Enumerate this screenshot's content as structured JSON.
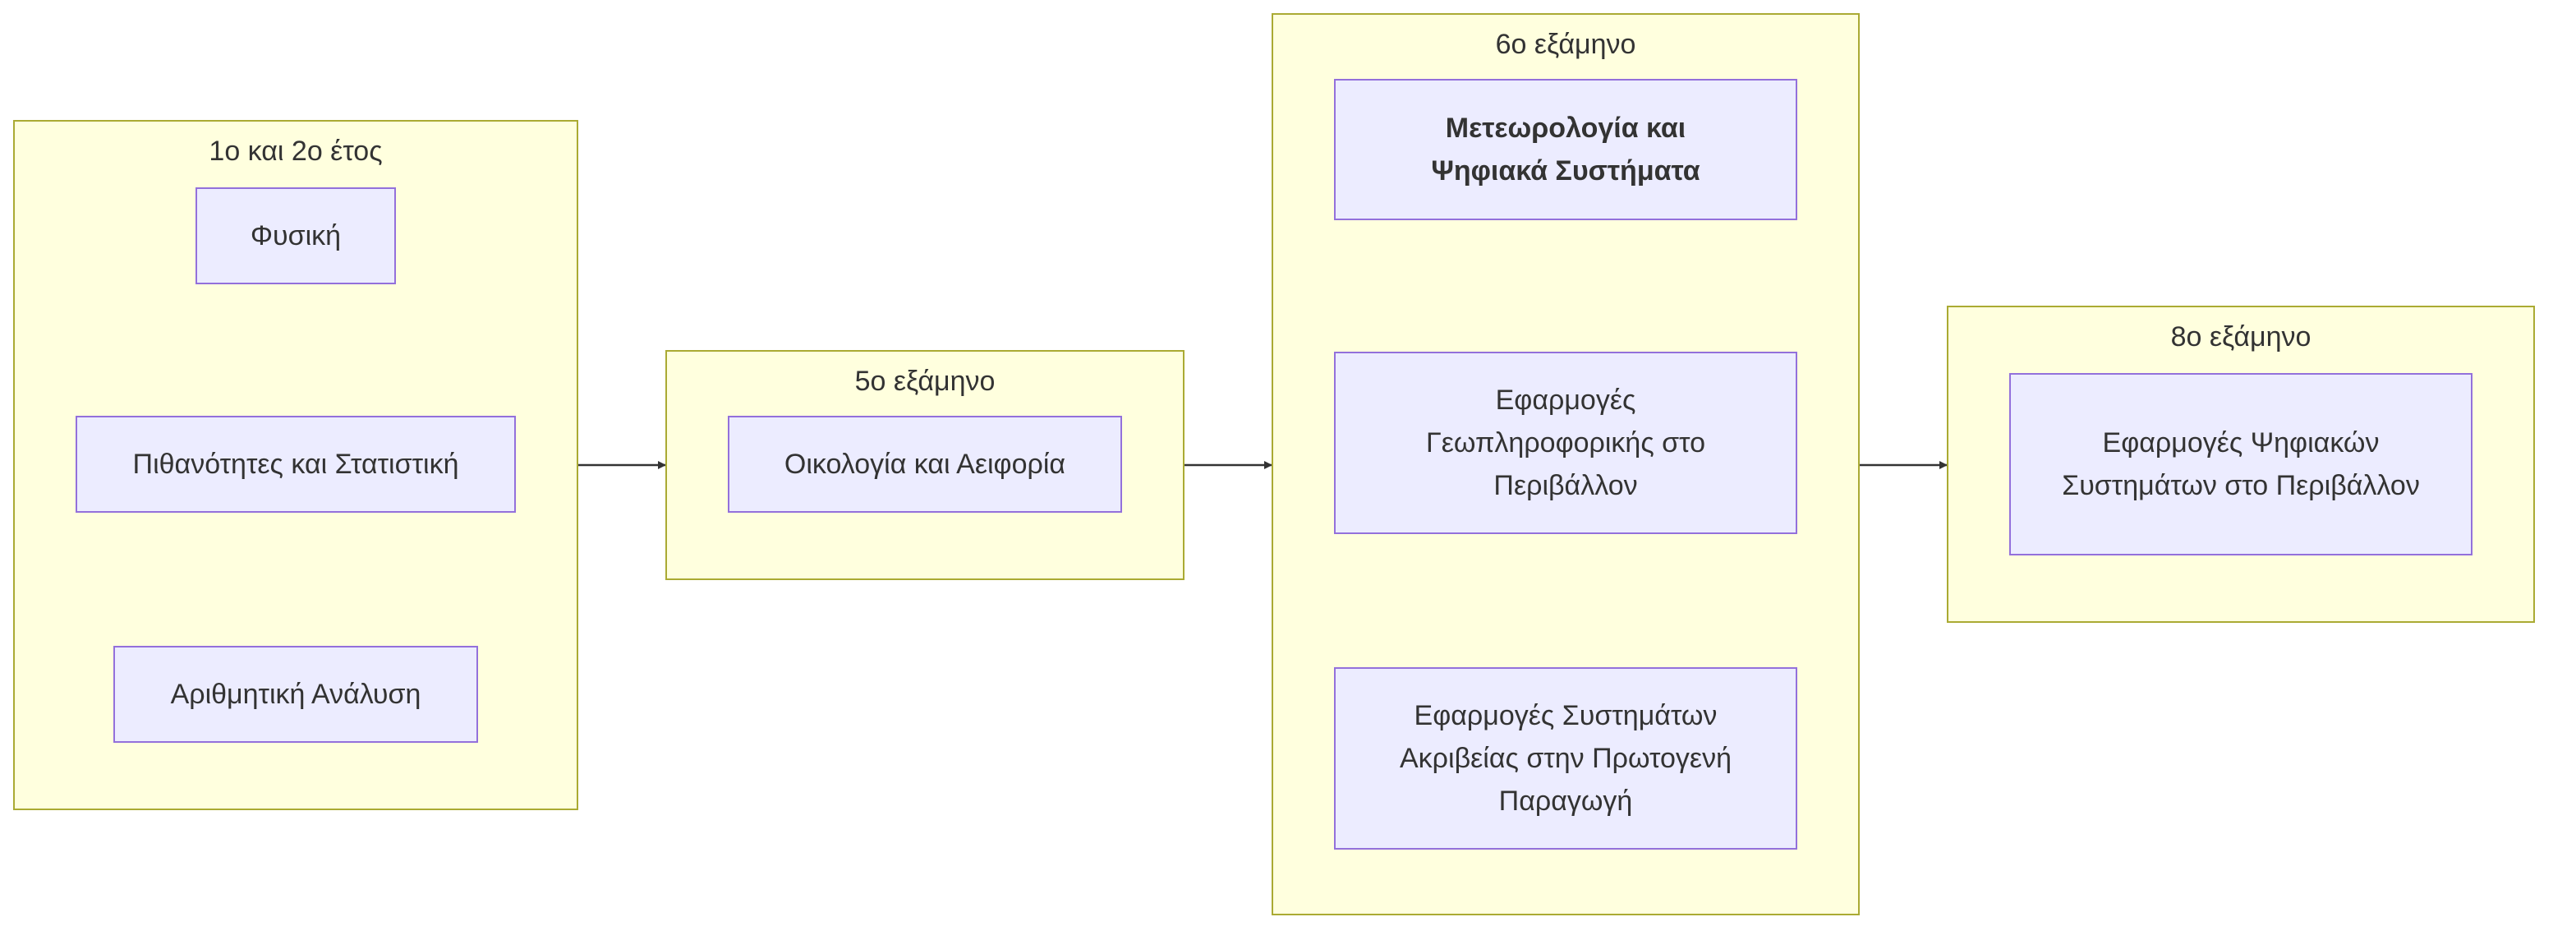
{
  "clusters": {
    "years12": {
      "title": "1ο και 2ο έτος"
    },
    "sem5": {
      "title": "5ο εξάμηνο"
    },
    "sem6": {
      "title": "6ο εξάμηνο"
    },
    "sem8": {
      "title": "8ο εξάμηνο"
    }
  },
  "nodes": {
    "physics": "Φυσική",
    "probability": "Πιθανότητες και Στατιστική",
    "numerical": "Αριθμητική Ανάλυση",
    "ecology": "Οικολογία και Αειφορία",
    "meteorology": "Μετεωρολογία και Ψηφιακά Συστήματα",
    "geoinformatics": "Εφαρμογές Γεωπληροφορικής στο Περιβάλλον",
    "precision": "Εφαρμογές Συστημάτων Ακριβείας στην Πρωτογενή Παραγωγή",
    "digital_env": "Εφαρμογές Ψηφιακών Συστημάτων στο Περιβάλλον"
  },
  "colors": {
    "cluster_fill": "#ffffde",
    "cluster_border": "#aaaa33",
    "node_fill": "#ececff",
    "node_border": "#9370db",
    "edge": "#333333",
    "text": "#333333"
  }
}
